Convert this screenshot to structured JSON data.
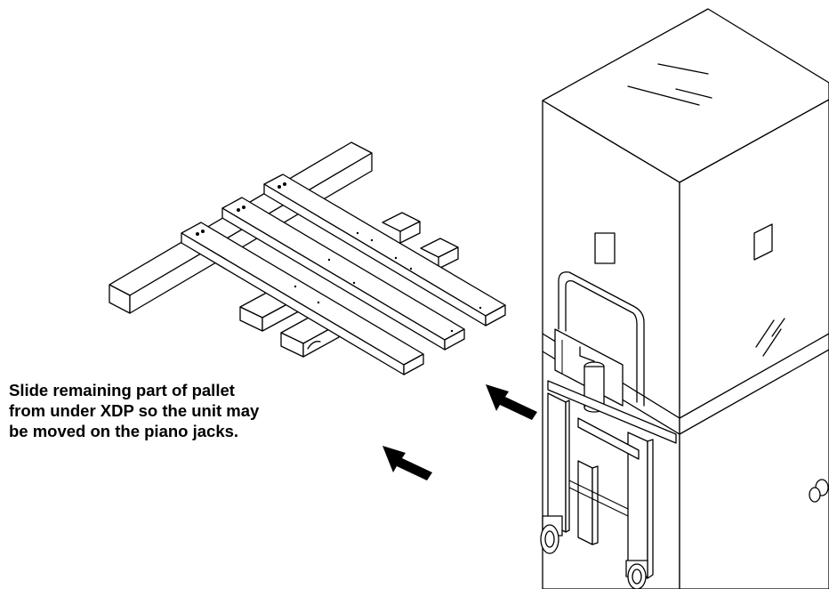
{
  "caption": {
    "line1": "Slide remaining part of pallet",
    "line2": "from under XDP so the unit may",
    "line3": "be moved on the piano jacks."
  },
  "illustration": {
    "objects": [
      "pallet-remnant",
      "crated-xdp-unit",
      "piano-jack",
      "slide-direction-arrows"
    ],
    "arrow_color": "#000000"
  }
}
